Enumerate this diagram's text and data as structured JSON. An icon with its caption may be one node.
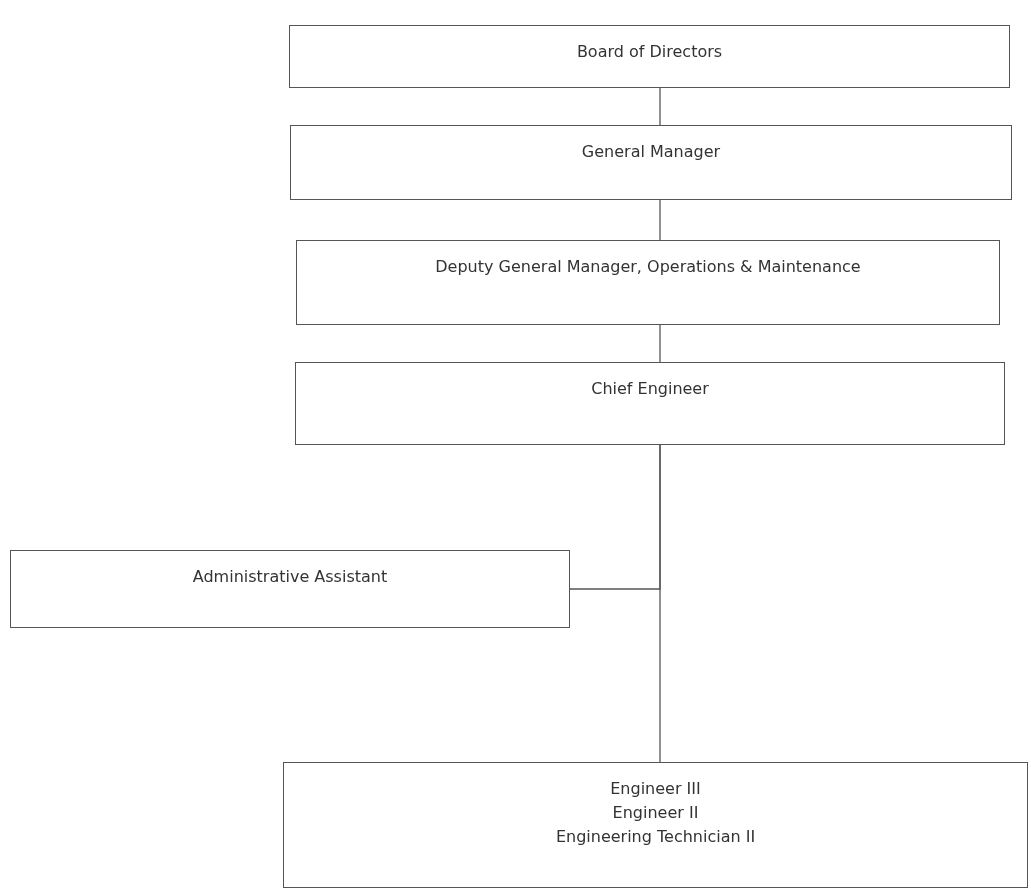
{
  "diagram": {
    "nodes": [
      {
        "text": [
          "Board of Directors"
        ]
      },
      {
        "text": [
          "General Manager"
        ]
      },
      {
        "text": [
          "Deputy General Manager, Operations & Maintenance"
        ]
      },
      {
        "text": [
          "Chief Engineer"
        ]
      },
      {
        "text": [
          "Administrative Assistant"
        ]
      },
      {
        "text": [
          "Engineer III",
          "Engineer II",
          "Engineering Technician II"
        ]
      }
    ],
    "edges": [
      {
        "from": 0,
        "to": 1,
        "arrow": "none"
      },
      {
        "from": 1,
        "to": 2,
        "arrow": "none"
      },
      {
        "from": 2,
        "to": 3,
        "arrow": "none"
      },
      {
        "from": 3,
        "to": 5,
        "arrow": "none"
      },
      {
        "from": 3,
        "to": 4,
        "arrow": "none"
      }
    ]
  }
}
